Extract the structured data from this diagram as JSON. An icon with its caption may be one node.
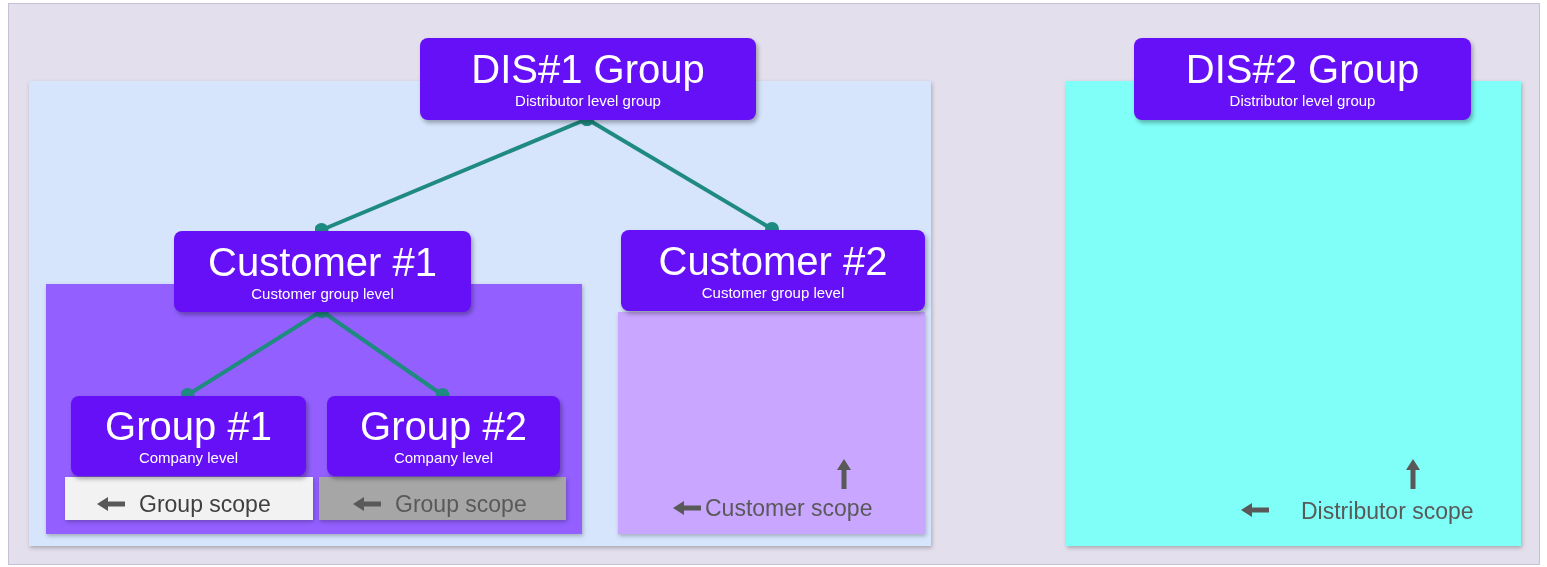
{
  "diagram": {
    "nodes": [
      {
        "text": [],
        "shape": "box"
      },
      {
        "text": [
          "DIS#1 Group",
          "Distributor level group"
        ]
      },
      {
        "text": [
          "Customer #1",
          "Customer group level"
        ],
        "in": 0
      },
      {
        "text": [
          "Customer #2",
          "Customer group level"
        ],
        "in": 0
      },
      {
        "text": [],
        "shape": "box",
        "in": 0
      },
      {
        "text": [
          "Group #1",
          "Company level"
        ],
        "in": 4
      },
      {
        "text": [
          "Group #2",
          "Company level"
        ],
        "in": 4
      },
      {
        "text": [
          "Group scope"
        ],
        "in": 4
      },
      {
        "text": [
          "Group scope"
        ],
        "in": 4
      },
      {
        "text": [
          "Customer scope"
        ],
        "in": 0
      },
      {
        "text": [
          "DIS#2 Group",
          "Distributor level group"
        ]
      },
      {
        "text": [
          "Distributor scope"
        ]
      }
    ],
    "edges": [
      {
        "from": 1,
        "to": 2,
        "arrow": "other"
      },
      {
        "from": 1,
        "to": 3,
        "arrow": "other"
      },
      {
        "from": 2,
        "to": 5,
        "arrow": "other"
      },
      {
        "from": 2,
        "to": 6,
        "arrow": "other"
      }
    ]
  }
}
